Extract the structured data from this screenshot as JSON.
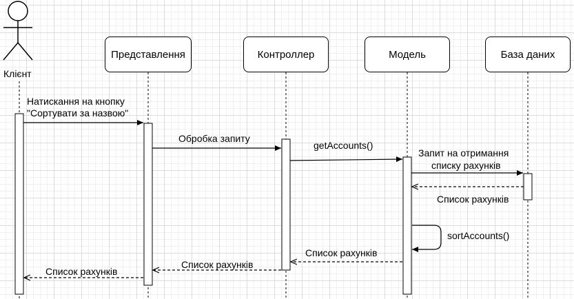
{
  "actor": {
    "name": "Клієнт"
  },
  "lifelines": [
    {
      "name": "Представлення"
    },
    {
      "name": "Контроллер"
    },
    {
      "name": "Модель"
    },
    {
      "name": "База даних"
    }
  ],
  "messages": {
    "m1": "Натискання на кнопку",
    "m1b": "\"Сортувати за назвою\"",
    "m2": "Обробка запиту",
    "m3": "getAccounts()",
    "m4": "Запит на отримання",
    "m4b": "списку рахунків",
    "m5": "Список рахунків",
    "m6": "sortAccounts()",
    "m7": "Список рахунків",
    "m8": "Список рахунків",
    "m9": "Список рахунків"
  }
}
